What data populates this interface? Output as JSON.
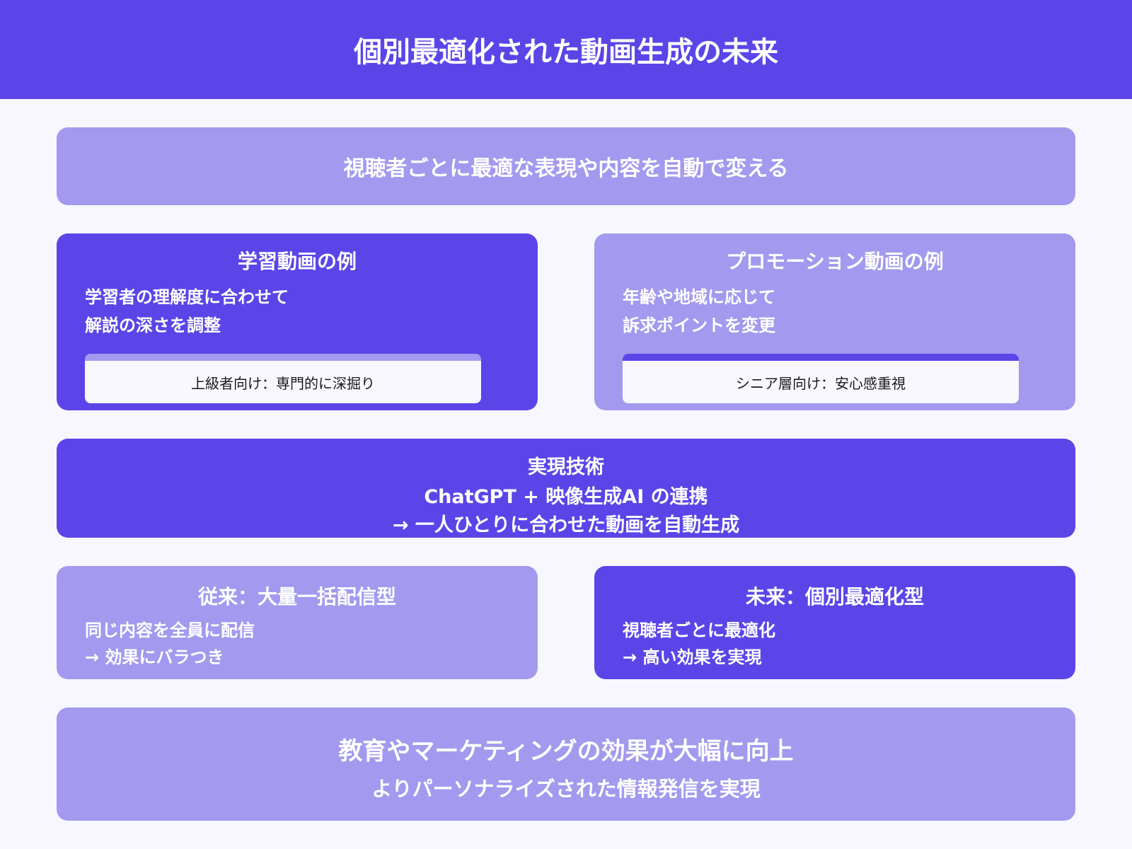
{
  "header": {
    "title": "個別最適化された動画生成の未来"
  },
  "summary": {
    "text": "視聴者ごとに最適な表現や内容を自動で変える"
  },
  "examples": [
    {
      "heading": "学習動画の例",
      "lines": [
        "学習者の理解度に合わせて",
        "解説の深さを調整"
      ],
      "inner_label": "上級者向け：専門的に深掘り"
    },
    {
      "heading": "プロモーション動画の例",
      "lines": [
        "年齢や地域に応じて",
        "訴求ポイントを変更"
      ],
      "inner_label": "シニア層向け：安心感重視"
    }
  ],
  "technology": {
    "heading": "実現技術",
    "line1": "ChatGPT + 映像生成AI の連携",
    "line2": "→ 一人ひとりに合わせた動画を自動生成"
  },
  "comparison": [
    {
      "heading": "従来：大量一括配信型",
      "lines": [
        "同じ内容を全員に配信",
        "→ 効果にバラつき"
      ]
    },
    {
      "heading": "未来：個別最適化型",
      "lines": [
        "視聴者ごとに最適化",
        "→ 高い効果を実現"
      ]
    }
  ],
  "conclusion": {
    "line1": "教育やマーケティングの効果が大幅に向上",
    "line2": "よりパーソナライズされた情報発信を実現"
  },
  "colors": {
    "primary": "#5B45E8",
    "secondary": "#A399EF",
    "background": "#F8F7FF",
    "inner_box": "#F9F8FF"
  }
}
